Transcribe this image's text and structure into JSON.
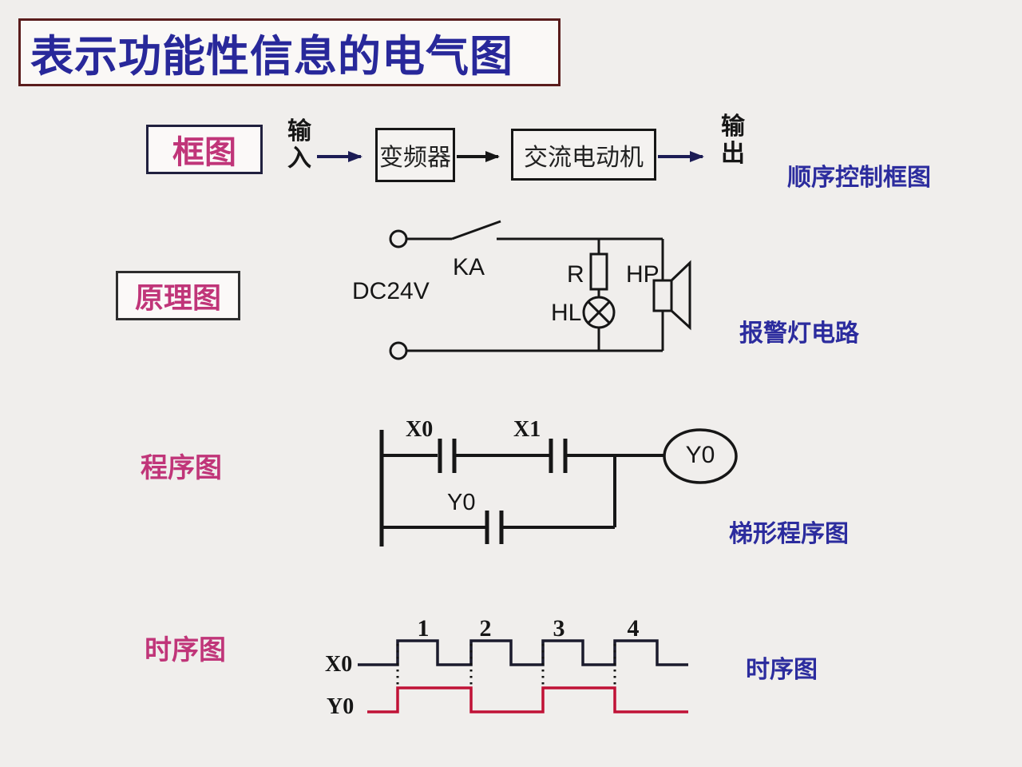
{
  "title": "表示功能性信息的电气图",
  "block_diagram": {
    "label": "框图",
    "input": "输入",
    "converter": "变频器",
    "motor": "交流电动机",
    "output": "输出",
    "caption": "顺序控制框图"
  },
  "schematic": {
    "label": "原理图",
    "power": "DC24V",
    "relay_contact": "KA",
    "resistor": "R",
    "lamp": "HL",
    "speaker": "HP",
    "caption": "报警灯电路"
  },
  "ladder": {
    "label": "程序图",
    "contact_x0": "X0",
    "contact_x1": "X1",
    "contact_y0": "Y0",
    "coil_y0": "Y0",
    "caption": "梯形程序图"
  },
  "timing": {
    "label": "时序图",
    "pulse_numbers": [
      "1",
      "2",
      "3",
      "4"
    ],
    "signal_x0": "X0",
    "signal_y0": "Y0",
    "caption": "时序图"
  },
  "colors": {
    "title_blue": "#28289a",
    "label_magenta": "#c03579",
    "caption_blue": "#2c2c9e",
    "waveform_red": "#c01236",
    "line_black": "#1a1a1a"
  }
}
